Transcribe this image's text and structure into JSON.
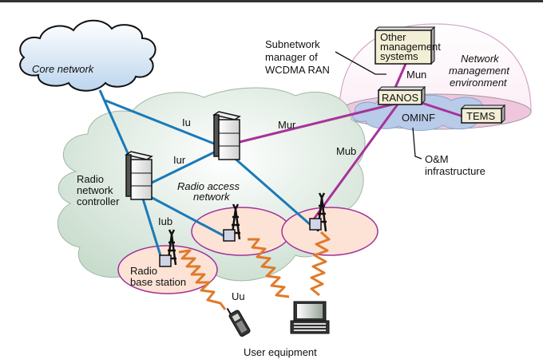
{
  "diagram": {
    "title": "WCDMA RAN network management architecture",
    "colors": {
      "core_cloud": "#dde9f5",
      "ran_cloud": "#d8e6dc",
      "cell": "#fde3d6",
      "cell_border": "#a0329a",
      "iu_link": "#1a7ab8",
      "mgmt_link": "#a8329a",
      "radio_link": "#e07a2a",
      "dome": "#f4dcec",
      "ominf_cloud": "#b8cbe8",
      "box": "#f3efd6"
    },
    "clouds": {
      "core": "Core network",
      "ran_line1": "Radio access",
      "ran_line2": "network",
      "ominf": "OMINF"
    },
    "nodes": {
      "rnc_label": [
        "Radio",
        "network",
        "controller"
      ],
      "rbs_label": [
        "Radio",
        "base station"
      ],
      "ue_label": "User equipment",
      "ranos": "RANOS",
      "tems": "TEMS",
      "other_mgmt": [
        "Other",
        "management",
        "systems"
      ]
    },
    "interfaces": {
      "iu": "Iu",
      "iur": "Iur",
      "iub": "Iub",
      "uu": "Uu",
      "mur": "Mur",
      "mub": "Mub",
      "mun": "Mun"
    },
    "annotations": {
      "subnetwork_manager": [
        "Subnetwork",
        "manager of",
        "WCDMA RAN"
      ],
      "nme": [
        "Network",
        "management",
        "environment"
      ],
      "om_infra": [
        "O&M",
        "infrastructure"
      ]
    }
  }
}
